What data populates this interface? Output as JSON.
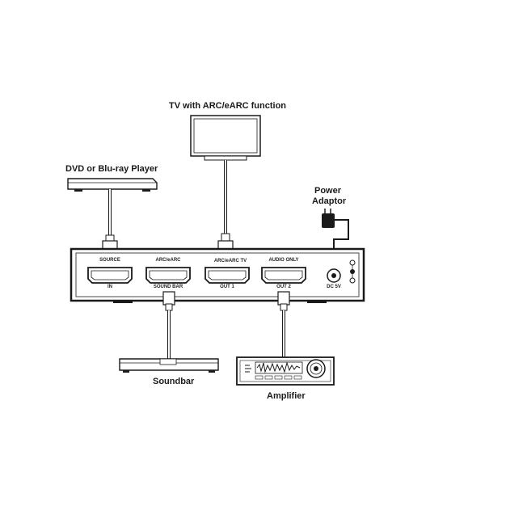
{
  "devices": {
    "tv": "TV with ARC/eARC function",
    "player": "DVD or Blu-ray Player",
    "power": [
      "Power",
      "Adaptor"
    ],
    "soundbar": "Soundbar",
    "amplifier": "Amplifier"
  },
  "ports": {
    "source_top": "SOURCE",
    "source_bottom": "IN",
    "arc_top": "ARC/eARC",
    "arc_bottom": "SOUND BAR",
    "tv_top": "ARC/eARC TV",
    "tv_bottom": "OUT 1",
    "audio_top": "AUDIO ONLY",
    "audio_bottom": "OUT 2",
    "dc_bottom": "DC 5V"
  },
  "colors": {
    "line": "#1a1a1a",
    "cable": "#9a9a9a",
    "fill": "#f2f2f2"
  }
}
